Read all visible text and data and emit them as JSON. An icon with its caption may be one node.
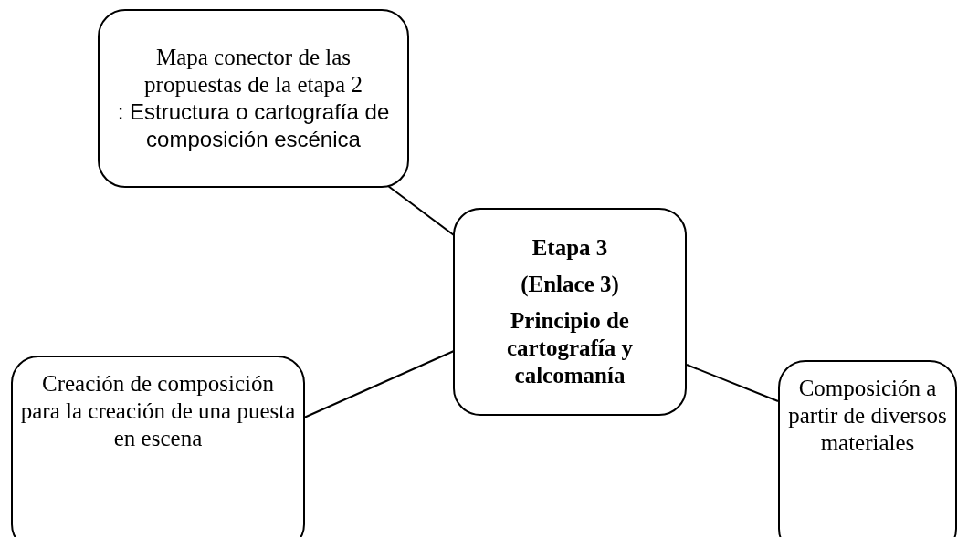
{
  "diagram": {
    "nodes": [
      {
        "text": [
          "Mapa conector de las propuestas de la etapa 2",
          ": Estructura o cartografía de composición escénica"
        ]
      },
      {
        "text": [
          "Etapa 3",
          "(Enlace 3)",
          "Principio de cartografía y calcomanía"
        ]
      },
      {
        "text": [
          "Creación de composición para la creación de una puesta en escena"
        ]
      },
      {
        "text": [
          "Composición a partir de diversos materiales"
        ]
      }
    ],
    "edges": [
      {
        "from": 0,
        "to": 1,
        "arrow": "none"
      },
      {
        "from": 1,
        "to": 2,
        "arrow": "none"
      },
      {
        "from": 1,
        "to": 3,
        "arrow": "none"
      }
    ]
  }
}
